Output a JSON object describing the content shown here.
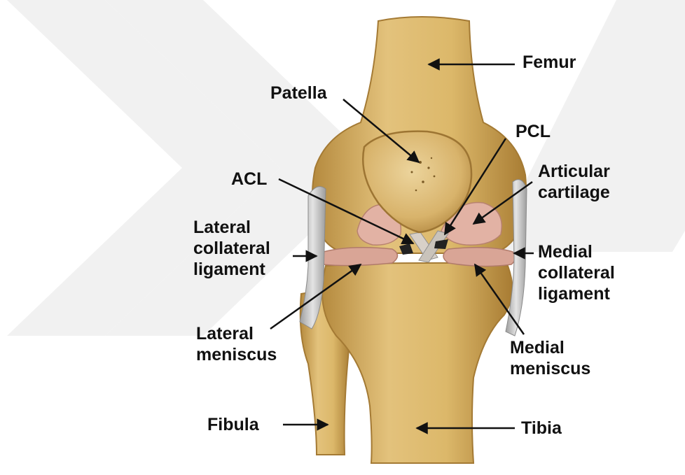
{
  "labels": {
    "femur": "Femur",
    "patella": "Patella",
    "pcl": "PCL",
    "acl": "ACL",
    "articular_cartilage": [
      "Articular",
      "cartilage"
    ],
    "lateral_collateral_ligament": [
      "Lateral",
      "collateral",
      "ligament"
    ],
    "medial_collateral_ligament": [
      "Medial",
      "collateral",
      "ligament"
    ],
    "lateral_meniscus": [
      "Lateral",
      "meniscus"
    ],
    "medial_meniscus": [
      "Medial",
      "meniscus"
    ],
    "fibula": "Fibula",
    "tibia": "Tibia"
  },
  "colors": {
    "bone": "#d9b568",
    "bone_shadow": "#b58a3e",
    "bone_highlight": "#ead196",
    "cartilage": "#e2b2a4",
    "meniscus": "#d9a596",
    "ligament": "#cfcfcf",
    "watermark": "#f0f0f0",
    "arrow": "#111111"
  }
}
